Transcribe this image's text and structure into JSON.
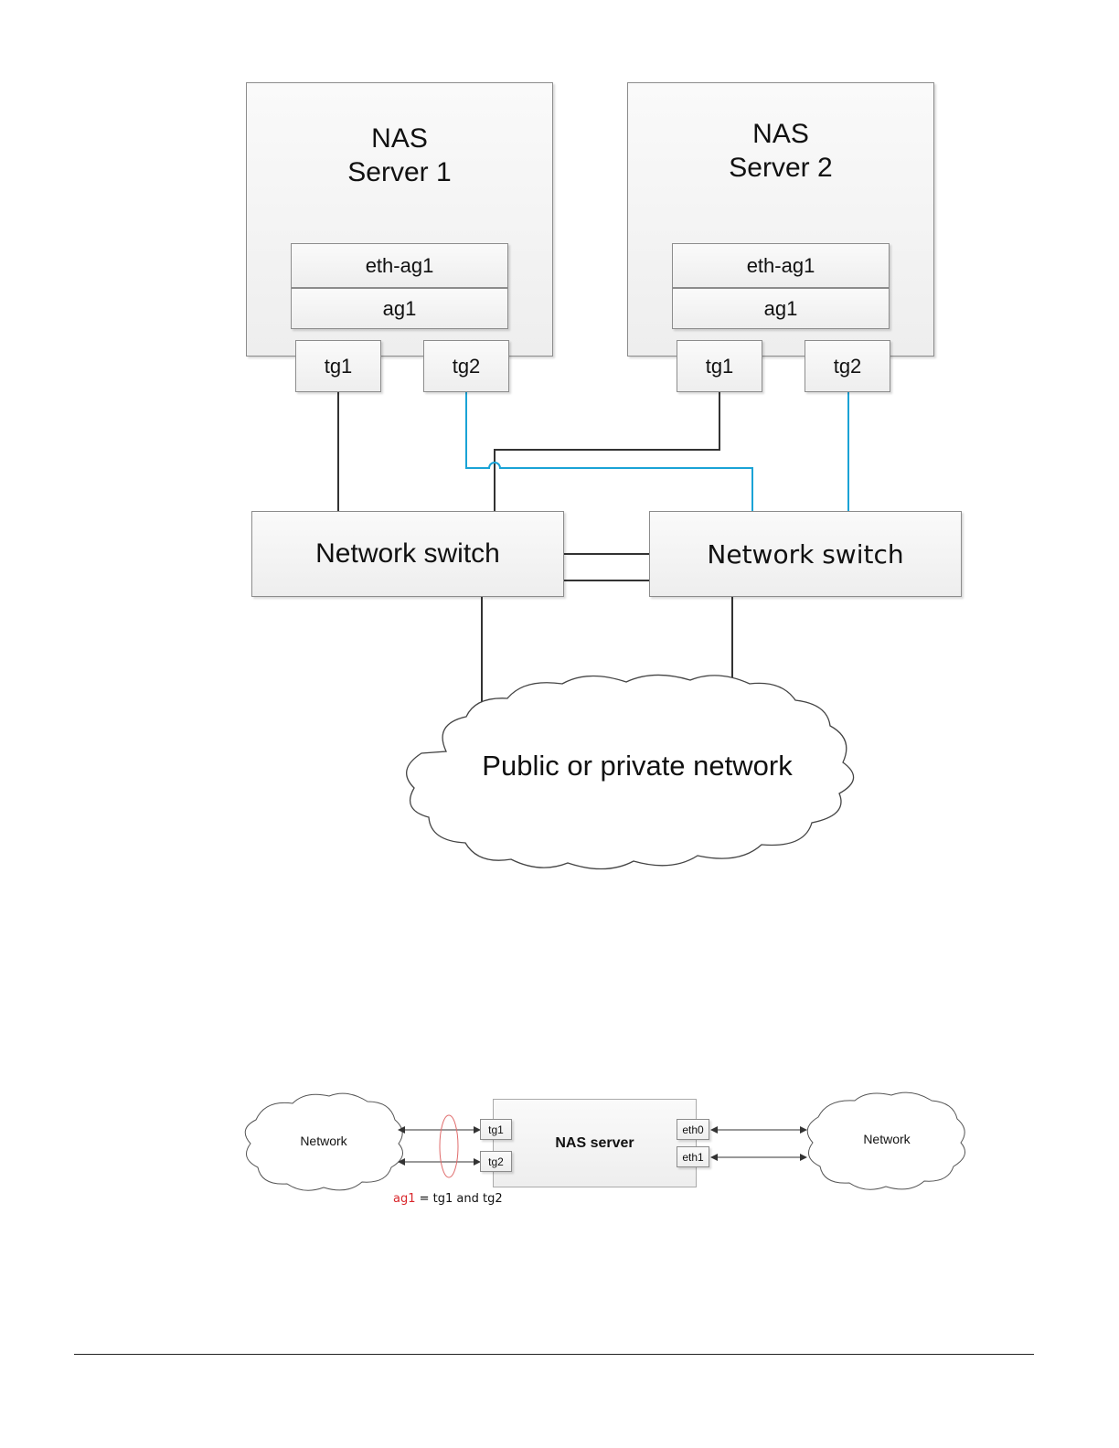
{
  "diagram_top": {
    "server1": {
      "title_line1": "NAS",
      "title_line2": "Server 1",
      "iface_top": "eth-ag1",
      "iface_bottom": "ag1",
      "port_left": "tg1",
      "port_right": "tg2"
    },
    "server2": {
      "title_line1": "NAS",
      "title_line2": "Server 2",
      "iface_top": "eth-ag1",
      "iface_bottom": "ag1",
      "port_left": "tg1",
      "port_right": "tg2"
    },
    "switch_left": {
      "label": "Network switch"
    },
    "switch_right": {
      "label": "Network switch"
    },
    "cloud": {
      "label": "Public or private network"
    },
    "colors": {
      "primary_link": "#333333",
      "secondary_link": "#1aa3d6"
    }
  },
  "diagram_bottom": {
    "cloud_left": {
      "label": "Network"
    },
    "cloud_right": {
      "label": "Network"
    },
    "server": {
      "label": "NAS server",
      "port_tg1": "tg1",
      "port_tg2": "tg2",
      "port_eth0": "eth0",
      "port_eth1": "eth1"
    },
    "legend": {
      "key": "ag1",
      "text": " = tg1 and tg2",
      "key_color": "#d9262b"
    }
  }
}
